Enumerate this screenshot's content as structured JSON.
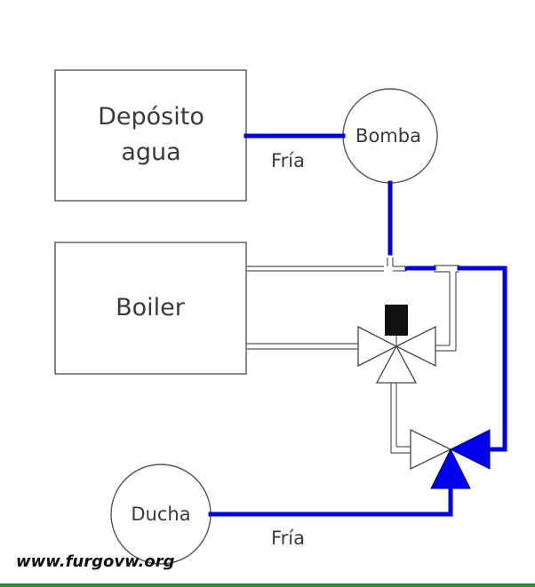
{
  "labels": {
    "tank_line1": "Depósito",
    "tank_line2": "agua",
    "pump": "Bomba",
    "cold_top": "Fría",
    "boiler": "Boiler",
    "shower": "Ducha",
    "cold_bottom": "Fría"
  },
  "watermark": "www.furgovw.org",
  "colors": {
    "cold_pipe": "#0000ee",
    "outline": "#555555",
    "actuator": "#111111"
  }
}
